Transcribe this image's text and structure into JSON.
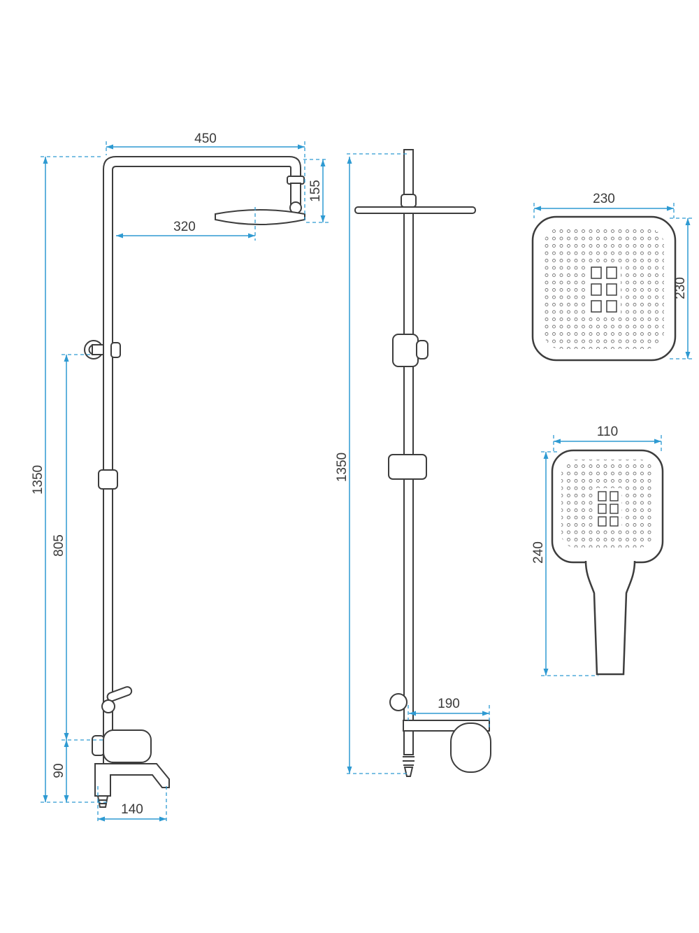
{
  "colors": {
    "dimension": "#2e9ad2",
    "outline": "#3d3d3d"
  },
  "front_view": {
    "arm_width": "450",
    "head_height": "155",
    "head_offset": "320",
    "total_height": "1350",
    "hose_height": "805",
    "mixer_height": "90",
    "base_width": "140"
  },
  "side_view": {
    "total_height": "1350",
    "spout_reach": "190"
  },
  "head_top_view": {
    "width": "230",
    "depth": "230"
  },
  "hand_shower_view": {
    "width": "110",
    "length": "240"
  }
}
